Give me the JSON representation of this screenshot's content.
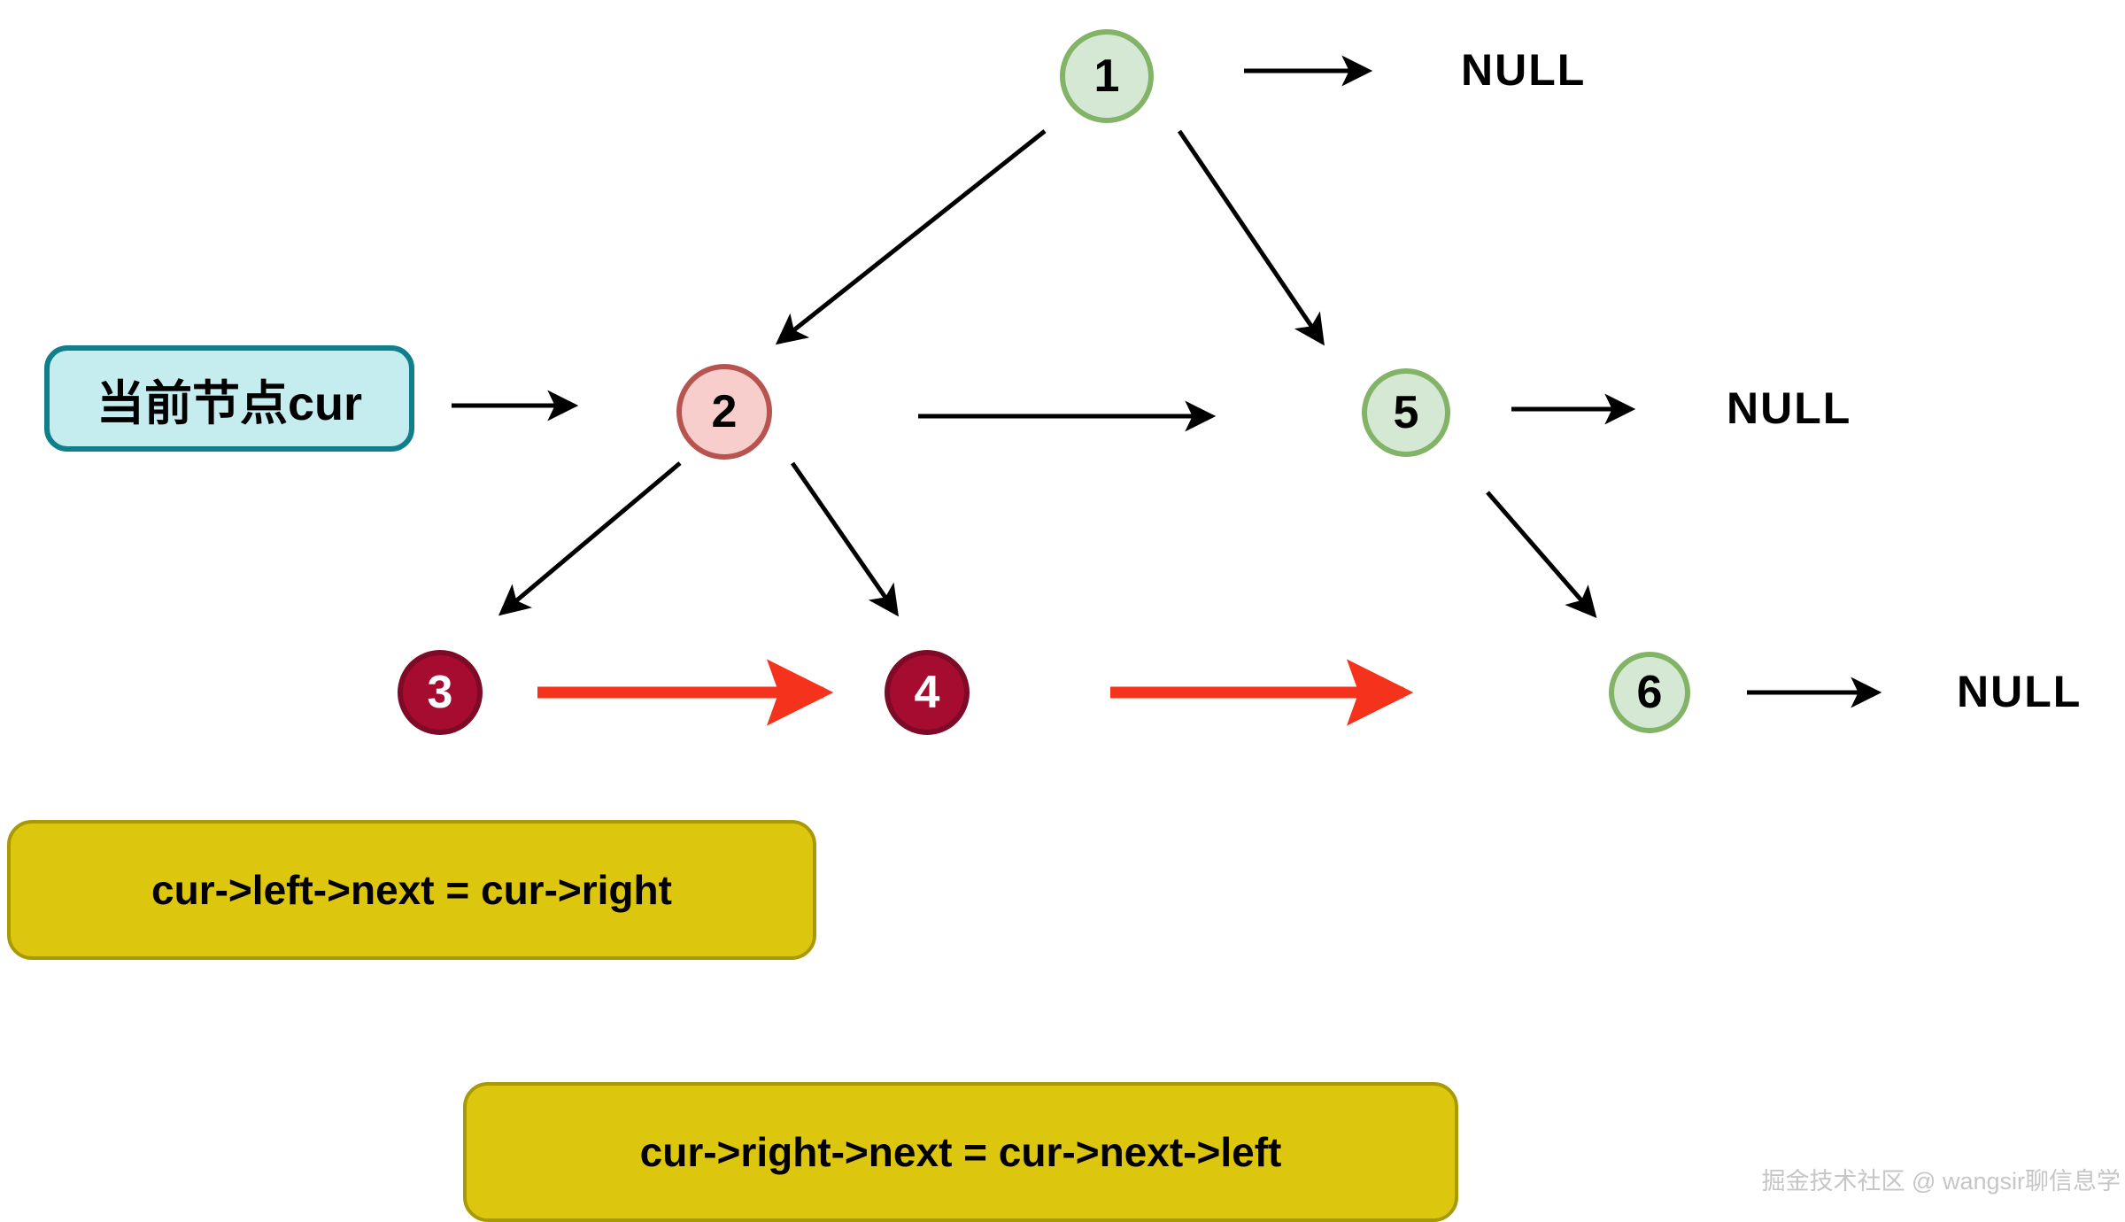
{
  "title": "binary-tree-next-pointer-diagram",
  "colors": {
    "green_fill": "#d5e8d4",
    "green_stroke": "#82b366",
    "pink_fill": "#f8cecc",
    "pink_stroke": "#b85450",
    "crimson_fill": "#a50c30",
    "crimson_stroke": "#7d0a26",
    "cyan_fill": "#c5ecee",
    "cyan_stroke": "#0e7f8b",
    "yellow_fill": "#ddc60e",
    "yellow_stroke": "#a89a06",
    "red_arrow": "#f5321c",
    "black": "#000000",
    "watermark": "#c6c6c6"
  },
  "nodes": [
    {
      "label": "1",
      "style": "green"
    },
    {
      "label": "2",
      "style": "pink"
    },
    {
      "label": "3",
      "style": "crimson"
    },
    {
      "label": "4",
      "style": "crimson"
    },
    {
      "label": "5",
      "style": "green"
    },
    {
      "label": "6",
      "style": "green"
    }
  ],
  "null_labels": [
    "NULL",
    "NULL",
    "NULL"
  ],
  "cur_label": "当前节点cur",
  "code_line_1": "cur->left->next = cur->right",
  "code_line_2": "cur->right->next = cur->next->left",
  "watermark": "掘金技术社区 @ wangsir聊信息学"
}
